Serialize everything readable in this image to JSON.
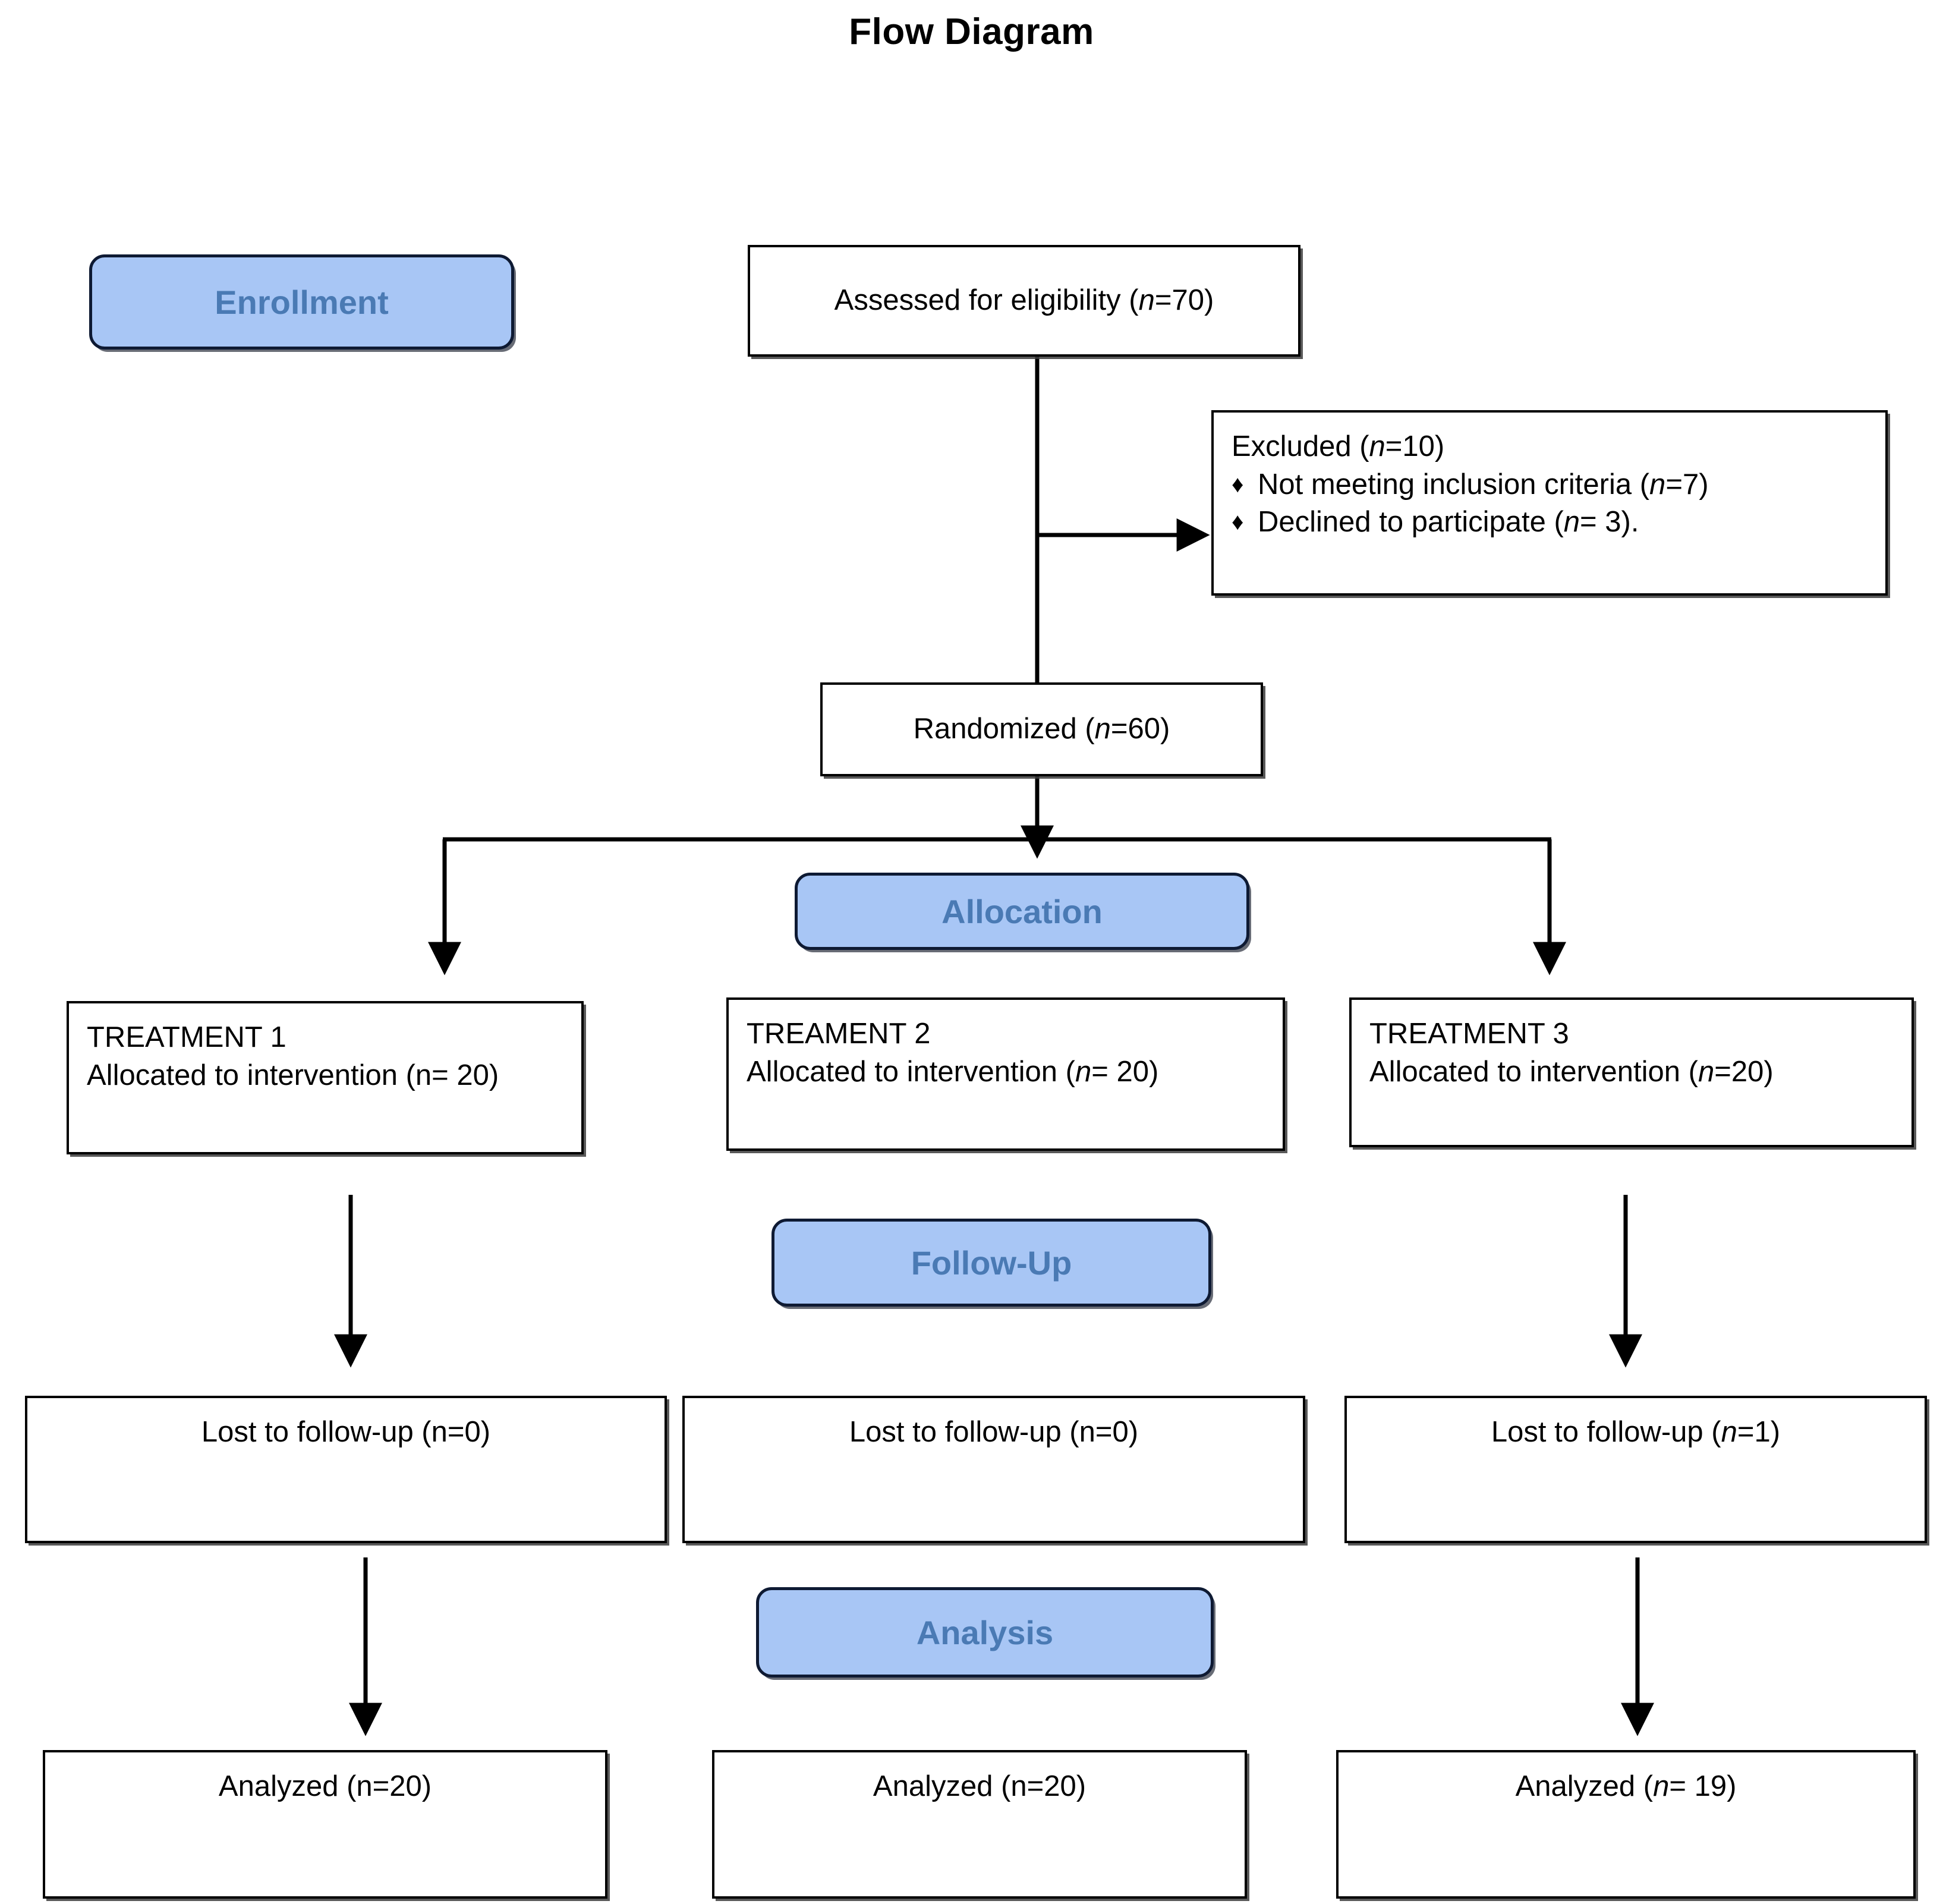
{
  "title": "Flow Diagram",
  "stages": [
    {
      "id": "enrollment",
      "label": "Enrollment"
    },
    {
      "id": "allocation",
      "label": "Allocation"
    },
    {
      "id": "followup",
      "label": "Follow-Up"
    },
    {
      "id": "analysis",
      "label": "Analysis"
    }
  ],
  "nodes": {
    "assessed": {
      "text": "Assessed for eligibility (n=70)",
      "n_italic": true,
      "count": 70
    },
    "excluded": {
      "heading": "Excluded (n=10)",
      "count": 10,
      "bullet_glyph": "♦",
      "items": [
        {
          "text": "Not meeting inclusion criteria (n=7)",
          "count": 7
        },
        {
          "text": "Declined to participate (n= 3).",
          "count": 3
        }
      ]
    },
    "randomized": {
      "text": "Randomized (n=60)",
      "n_italic": true,
      "count": 60
    },
    "treatment1": {
      "line1": "TREATMENT 1",
      "line2": "Allocated to intervention (n= 20)",
      "n_italic": false,
      "count": 20
    },
    "treatment2": {
      "line1": "TREAMENT  2",
      "line2": "Allocated to intervention (n= 20)",
      "n_italic": true,
      "count": 20
    },
    "treatment3": {
      "line1": "TREATMENT 3",
      "line2": "Allocated to intervention (n=20)",
      "n_italic": true,
      "count": 20
    },
    "lost1": {
      "text": "Lost to follow-up (n=0)",
      "n_italic": false,
      "count": 0
    },
    "lost2": {
      "text": "Lost to follow-up (n=0)",
      "n_italic": false,
      "count": 0
    },
    "lost3": {
      "text": "Lost to follow-up (n=1)",
      "n_italic": true,
      "count": 1
    },
    "analyzed1": {
      "text": "Analyzed (n=20)",
      "n_italic": false,
      "count": 20
    },
    "analyzed2": {
      "text": "Analyzed (n=20)",
      "n_italic": false,
      "count": 20
    },
    "analyzed3": {
      "text": "Analyzed (n= 19)",
      "n_italic": true,
      "count": 19
    }
  },
  "colors": {
    "stage_fill": "#A8C6F5",
    "stage_border": "#0E1A33",
    "stage_text": "#4A7AB4",
    "node_border": "#000000",
    "node_fill": "#FFFFFF",
    "edge": "#000000",
    "page_background": "#FFFFFF"
  },
  "chart_data": {
    "type": "diagram",
    "title": "Flow Diagram",
    "subtype": "CONSORT participant flow",
    "stages": [
      "Enrollment",
      "Allocation",
      "Follow-Up",
      "Analysis"
    ],
    "nodes": [
      {
        "id": "assessed",
        "stage": "Enrollment",
        "label": "Assessed for eligibility",
        "n": 70
      },
      {
        "id": "excluded",
        "stage": "Enrollment",
        "label": "Excluded",
        "n": 10,
        "reasons": [
          {
            "label": "Not meeting inclusion criteria",
            "n": 7
          },
          {
            "label": "Declined to participate",
            "n": 3
          }
        ]
      },
      {
        "id": "randomized",
        "stage": "Enrollment",
        "label": "Randomized",
        "n": 60
      },
      {
        "id": "treatment1",
        "stage": "Allocation",
        "label": "TREATMENT 1 - Allocated to intervention",
        "n": 20
      },
      {
        "id": "treatment2",
        "stage": "Allocation",
        "label": "TREAMENT  2 - Allocated to intervention",
        "n": 20
      },
      {
        "id": "treatment3",
        "stage": "Allocation",
        "label": "TREATMENT 3 - Allocated to intervention",
        "n": 20
      },
      {
        "id": "lost1",
        "stage": "Follow-Up",
        "label": "Lost to follow-up",
        "n": 0
      },
      {
        "id": "lost2",
        "stage": "Follow-Up",
        "label": "Lost to follow-up",
        "n": 0
      },
      {
        "id": "lost3",
        "stage": "Follow-Up",
        "label": "Lost to follow-up",
        "n": 1
      },
      {
        "id": "analyzed1",
        "stage": "Analysis",
        "label": "Analyzed",
        "n": 20
      },
      {
        "id": "analyzed2",
        "stage": "Analysis",
        "label": "Analyzed",
        "n": 20
      },
      {
        "id": "analyzed3",
        "stage": "Analysis",
        "label": "Analyzed",
        "n": 19
      }
    ],
    "edges": [
      {
        "from": "assessed",
        "to": "randomized",
        "arrow": false
      },
      {
        "from": "assessed",
        "to": "excluded",
        "arrow": true
      },
      {
        "from": "randomized",
        "to": "treatment1",
        "arrow": true
      },
      {
        "from": "randomized",
        "to": "treatment2",
        "arrow": true
      },
      {
        "from": "randomized",
        "to": "treatment3",
        "arrow": true
      },
      {
        "from": "treatment1",
        "to": "lost1",
        "arrow": true
      },
      {
        "from": "treatment3",
        "to": "lost3",
        "arrow": true
      },
      {
        "from": "lost1",
        "to": "analyzed1",
        "arrow": true
      },
      {
        "from": "lost3",
        "to": "analyzed3",
        "arrow": true
      }
    ]
  }
}
